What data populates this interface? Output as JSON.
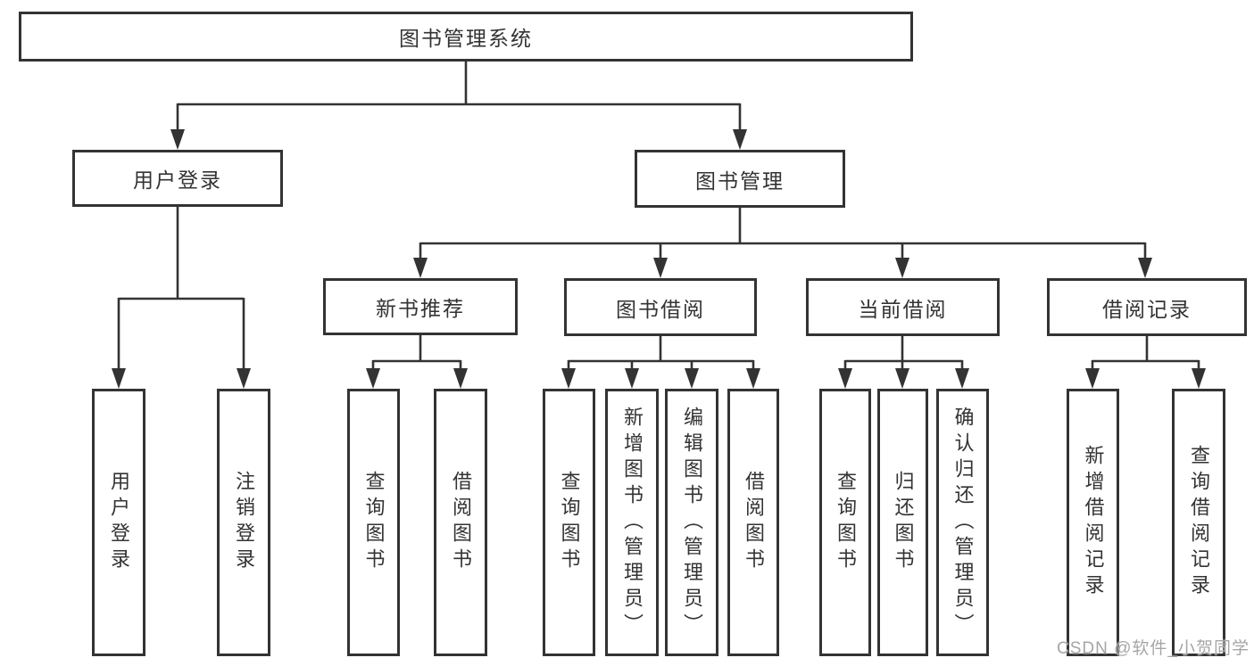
{
  "diagram": {
    "colors": {
      "line": "#333333",
      "text": "#333333",
      "box_bg": "#ffffff",
      "page_bg": "#ffffff",
      "watermark": "#a6a6a6"
    },
    "tree": {
      "label": "图书管理系统",
      "children": [
        {
          "label": "用户登录",
          "children": [
            {
              "label": "用户登录"
            },
            {
              "label": "注销登录"
            }
          ]
        },
        {
          "label": "图书管理",
          "children": [
            {
              "label": "新书推荐",
              "children": [
                {
                  "label": "查询图书"
                },
                {
                  "label": "借阅图书"
                }
              ]
            },
            {
              "label": "图书借阅",
              "children": [
                {
                  "label": "查询图书"
                },
                {
                  "label": "新增图书（管理员）"
                },
                {
                  "label": "编辑图书（管理员）"
                },
                {
                  "label": "借阅图书"
                }
              ]
            },
            {
              "label": "当前借阅",
              "children": [
                {
                  "label": "查询图书"
                },
                {
                  "label": "归还图书"
                },
                {
                  "label": "确认归还（管理员）"
                }
              ]
            },
            {
              "label": "借阅记录",
              "children": [
                {
                  "label": "新增借阅记录"
                },
                {
                  "label": "查询借阅记录"
                }
              ]
            }
          ]
        }
      ]
    },
    "watermark": "CSDN @软件_小贺同学"
  }
}
